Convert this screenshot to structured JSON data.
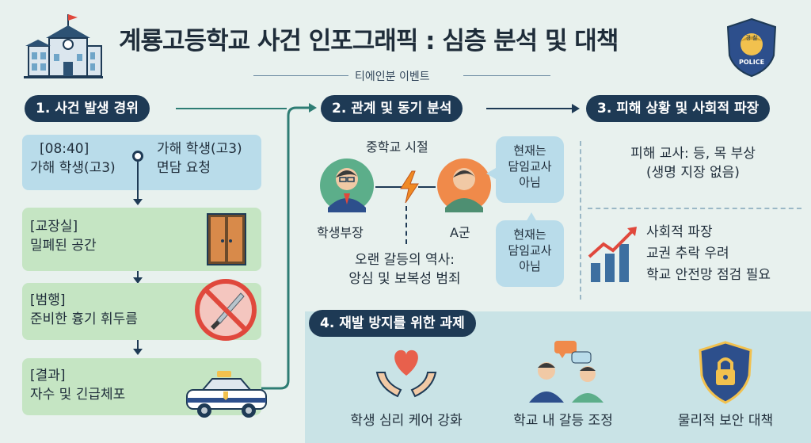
{
  "header": {
    "title": "계룡고등학교 사건 인포그래픽 : 심층 분석 및 대책",
    "subtitle": "티에인분 이벤트",
    "badge_text": "POLICE",
    "badge_small": "경  찰"
  },
  "section1": {
    "heading": "1. 사건 발생 경위",
    "step1_line1": "[08:40]",
    "step1_line2": "가해 학생(고3)",
    "step1_side_line1": "가해 학생(고3)",
    "step1_side_line2": "면담 요청",
    "step2_line1": "[교장실]",
    "step2_line2": "밀폐된 공간",
    "step3_line1": "[범행]",
    "step3_line2": "준비한 흉기 휘두름",
    "step4_line1": "[결과]",
    "step4_line2": "자수 및 긴급체포"
  },
  "section2": {
    "heading": "2. 관계 및 동기 분석",
    "middle_school": "중학교 시절",
    "person1": "학생부장",
    "person2": "A군",
    "bubble1_line1": "현재는",
    "bubble1_line2": "담임교사",
    "bubble1_line3": "아님",
    "bubble2_line1": "현재는",
    "bubble2_line2": "담임교사",
    "bubble2_line3": "아님",
    "history_line1": "오랜 갈등의 역사:",
    "history_line2": "앙심 및 보복성 범죄"
  },
  "section3": {
    "heading": "3. 피해 상황 및 사회적 파장",
    "damage_line1": "피해 교사: 등, 목 부상",
    "damage_line2": "(생명 지장 없음)",
    "impact_line1": "사회적 파장",
    "impact_line2": "교권 추락 우려",
    "impact_line3": "학교 안전망 점검 필요"
  },
  "section4": {
    "heading": "4. 재발 방지를 위한 과제",
    "item1": "학생 심리 케어 강화",
    "item2": "학교 내 갈등 조정",
    "item3": "물리적 보안 대책"
  },
  "colors": {
    "navy": "#1e3a55",
    "light_blue": "#b9dcea",
    "light_green": "#c5e5c3",
    "background": "#e8f1ee"
  }
}
